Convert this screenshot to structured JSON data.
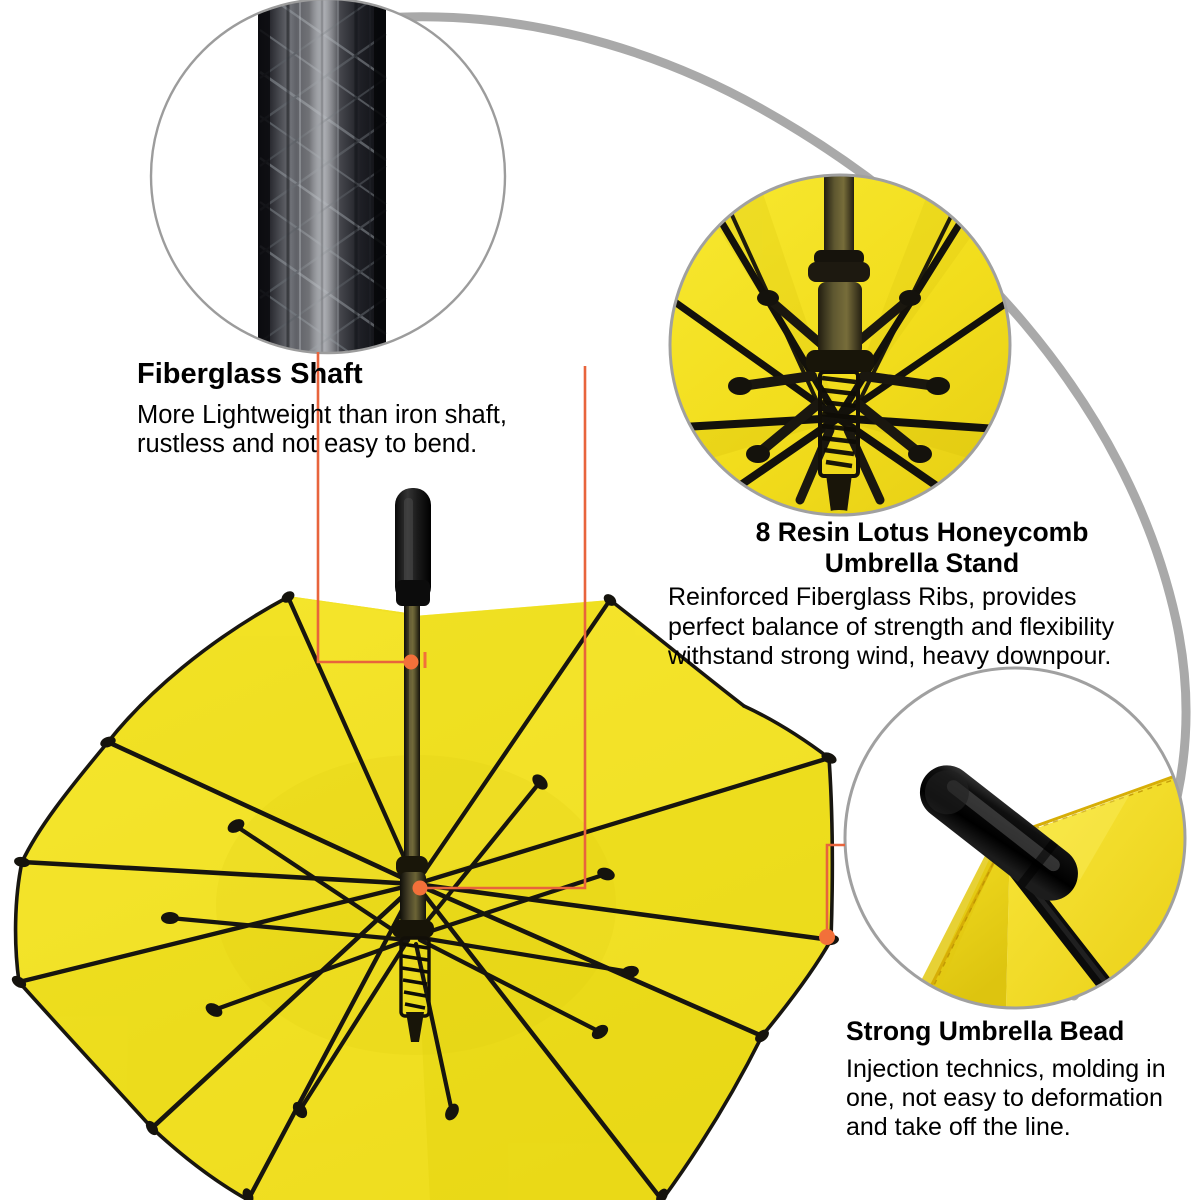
{
  "product": {
    "type": "golf umbrella",
    "canopy_color": "#f3e122",
    "frame_color": "#1a1712",
    "panel_count": 8
  },
  "theme": {
    "background": "#ffffff",
    "text_color": "#000000",
    "leader_line_color": "#e8643c",
    "leader_dot_color": "#f2703a",
    "ring_color": "#9c9c9c",
    "arc_color": "#a8a8a8",
    "canopy_yellow": "#f3e122",
    "canopy_yellow_shade": "#e8d419",
    "canopy_yellow_deep": "#ddc813",
    "frame_black": "#17150f"
  },
  "callouts": [
    {
      "id": "fiberglass-shaft",
      "title": "Fiberglass Shaft",
      "body": "More Lightweight than iron shaft,\nrustless and not easy to bend.",
      "inset_image": "fiberglass-shaft-closeup"
    },
    {
      "id": "umbrella-stand",
      "title": "8 Resin Lotus Honeycomb\nUmbrella Stand",
      "body": "Reinforced Fiberglass Ribs, provides\nperfect balance of strength and flexibility\nwithstand strong wind, heavy downpour.",
      "inset_image": "honeycomb-stand-closeup"
    },
    {
      "id": "umbrella-bead",
      "title": "Strong Umbrella Bead",
      "body": "Injection technics, molding in\none, not easy to deformation\nand take off the line.",
      "inset_image": "umbrella-bead-closeup"
    }
  ]
}
